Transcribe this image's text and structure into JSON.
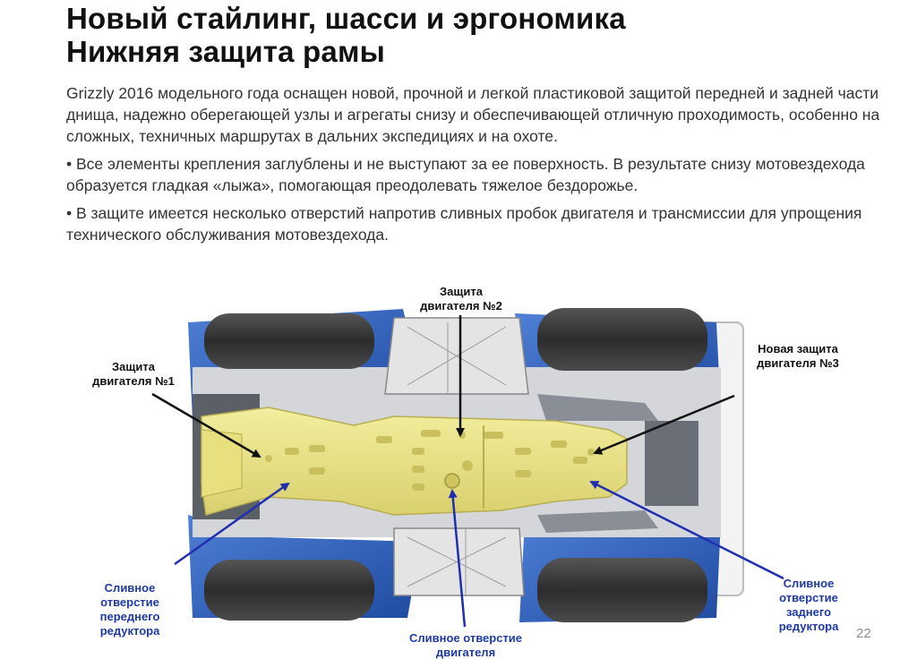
{
  "slide": {
    "title_line1": "Новый стайлинг, шасси и эргономика",
    "title_line2": "Нижняя защита рамы",
    "paragraphs": [
      "Grizzly 2016 модельного года оснащен новой, прочной и легкой пластиковой защитой передней и задней части днища, надежно оберегающей узлы и агрегаты снизу и обеспечивающей отличную проходимость, особенно на сложных, техничных маршрутах в дальних экспедициях и на охоте.",
      "• Все элементы крепления заглублены и не выступают за ее поверхность. В результате снизу мотовездехода образуется гладкая «лыжа», помогающая преодолевать тяжелое бездорожье.",
      "• В защите имеется несколько отверстий напротив сливных пробок двигателя и трансмиссии для упрощения технического обслуживания мотовездехода."
    ],
    "page_number": "22"
  },
  "callouts": {
    "guard1": {
      "line1": "Защита",
      "line2": "двигателя №1"
    },
    "guard2": {
      "line1": "Защита",
      "line2": "двигателя №2"
    },
    "guard3": {
      "line1": "Новая защита",
      "line2": "двигателя №3"
    },
    "drain_front": {
      "line1": "Сливное",
      "line2": "отверстие",
      "line3": "переднего",
      "line4": "редуктора"
    },
    "drain_engine": {
      "line1": "Сливное отверстие",
      "line2": "двигателя"
    },
    "drain_rear": {
      "line1": "Сливное",
      "line2": "отверстие",
      "line3": "заднего",
      "line4": "редуктора"
    }
  },
  "colors": {
    "guard_yellow": "#e6e08a",
    "body_blue": "#2f5fb8",
    "tire": "#3a3a3a",
    "label_blue": "#1e3aa8",
    "arrow_blue": "#1f2fb0"
  }
}
